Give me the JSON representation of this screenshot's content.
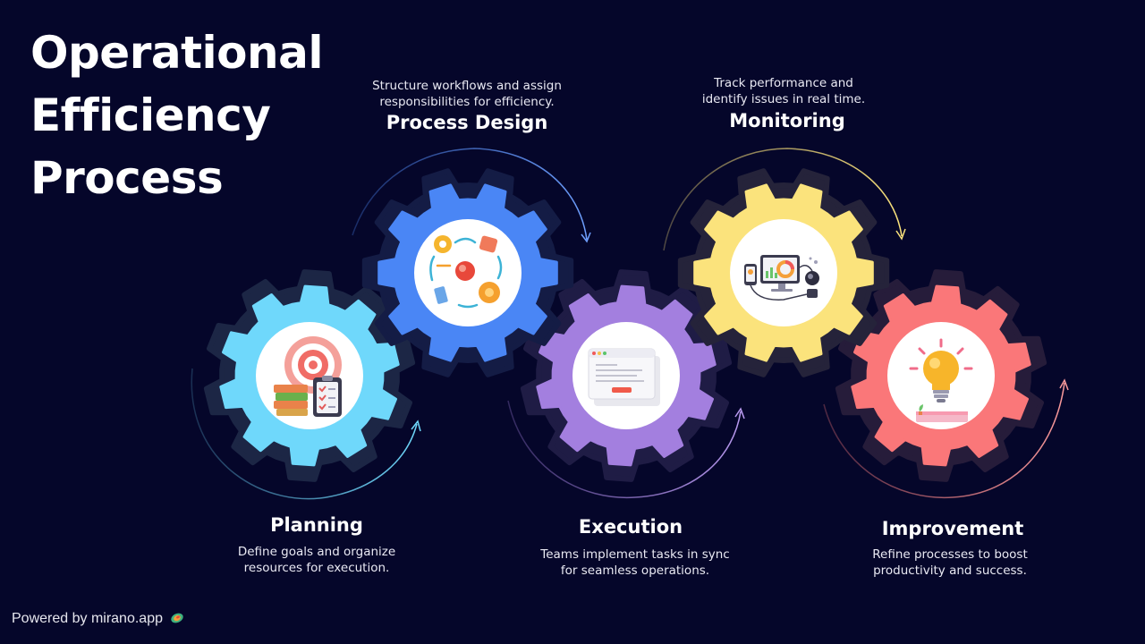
{
  "title_lines": [
    "Operational",
    "Efficiency",
    "Process"
  ],
  "steps": [
    {
      "title": "Planning",
      "desc_lines": [
        "Define goals and organize",
        "resources for execution."
      ],
      "color": "#6fd8fb",
      "dark": "#1c2645",
      "icon": "target-books-checklist-icon"
    },
    {
      "title": "Process Design",
      "desc_lines": [
        "Structure workflows and assign",
        "responsibilities for efficiency."
      ],
      "color": "#4a86f5",
      "dark": "#141c45",
      "icon": "workflow-cycle-icon"
    },
    {
      "title": "Execution",
      "desc_lines": [
        "Teams implement tasks in sync",
        "for seamless operations."
      ],
      "color": "#a37fdf",
      "dark": "#1f1c45",
      "icon": "browser-window-icon"
    },
    {
      "title": "Monitoring",
      "desc_lines": [
        "Track performance and",
        "identify issues in real time."
      ],
      "color": "#fbe37c",
      "dark": "#25233a",
      "icon": "dashboard-devices-icon"
    },
    {
      "title": "Improvement",
      "desc_lines": [
        "Refine processes to boost",
        "productivity and success."
      ],
      "color": "#fa7779",
      "dark": "#261c3a",
      "icon": "lightbulb-icon"
    }
  ],
  "footer": {
    "powered_by": "Powered by mirano.app"
  }
}
